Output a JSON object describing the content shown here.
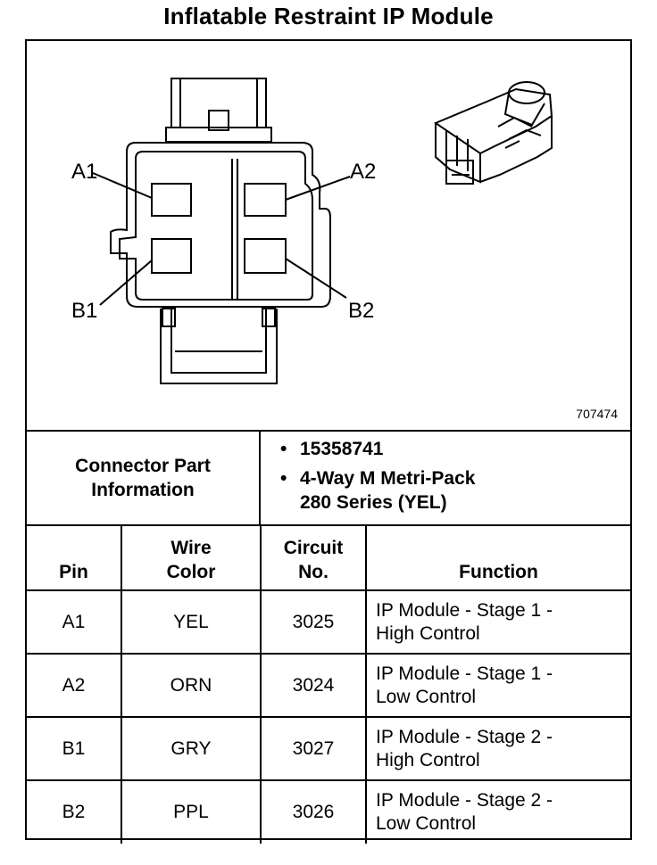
{
  "title": "Inflatable Restraint IP Module",
  "diagram": {
    "figure_id": "707474",
    "pin_labels": {
      "a1": "A1",
      "a2": "A2",
      "b1": "B1",
      "b2": "B2"
    }
  },
  "connector_part": {
    "label_line1": "Connector Part",
    "label_line2": "Information",
    "part_number": "15358741",
    "description_line1": "4-Way M Metri-Pack",
    "description_line2": "280 Series (YEL)"
  },
  "table": {
    "headers": {
      "pin": "Pin",
      "wire_color_line1": "Wire",
      "wire_color_line2": "Color",
      "circuit_line1": "Circuit",
      "circuit_line2": "No.",
      "function": "Function"
    },
    "rows": [
      {
        "pin": "A1",
        "wire_color": "YEL",
        "circuit": "3025",
        "function_line1": "IP Module - Stage 1 -",
        "function_line2": "High Control"
      },
      {
        "pin": "A2",
        "wire_color": "ORN",
        "circuit": "3024",
        "function_line1": "IP Module - Stage 1 -",
        "function_line2": "Low Control"
      },
      {
        "pin": "B1",
        "wire_color": "GRY",
        "circuit": "3027",
        "function_line1": "IP Module - Stage 2 -",
        "function_line2": "High Control"
      },
      {
        "pin": "B2",
        "wire_color": "PPL",
        "circuit": "3026",
        "function_line1": "IP Module - Stage 2 -",
        "function_line2": "Low Control"
      }
    ]
  }
}
